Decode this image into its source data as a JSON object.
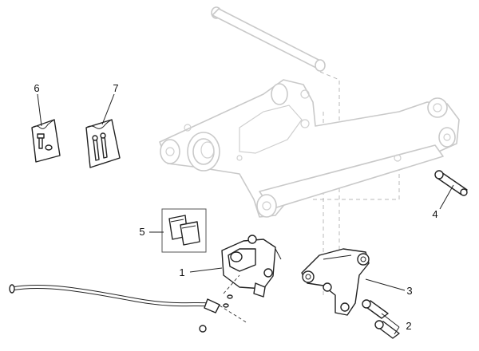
{
  "callouts": {
    "part_1": "1",
    "part_2": "2",
    "part_3": "3",
    "part_4": "4",
    "part_5": "5",
    "part_6": "6",
    "part_7": "7"
  },
  "icons": {
    "swingarm": "swingarm-icon",
    "axle": "axle-icon",
    "brake_caliper": "brake-caliper-icon",
    "caliper_bracket": "caliper-bracket-icon",
    "brake_pads": "brake-pads-icon",
    "brake_hose": "brake-hose-icon",
    "pin": "pin-icon",
    "screws": "screws-icon",
    "kit_bag": "kit-bag-icon"
  }
}
